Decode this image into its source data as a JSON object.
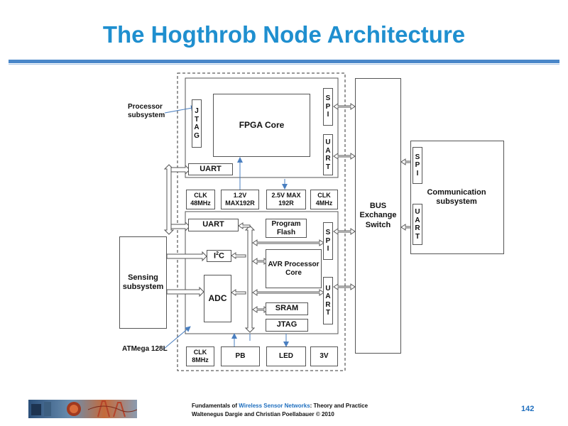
{
  "slide": {
    "title": "The Hogthrob Node Architecture",
    "page_number": "142"
  },
  "labels": {
    "processor_subsystem": "Processor subsystem",
    "atmega": "ATMega 128L"
  },
  "fpga": {
    "jtag_letters": [
      "J",
      "T",
      "A",
      "G"
    ],
    "core": "FPGA Core",
    "spi_letters": [
      "S",
      "P",
      "I"
    ],
    "uart_letters": [
      "U",
      "A",
      "R",
      "T"
    ],
    "uart": "UART"
  },
  "clocks": {
    "clk48": "CLK 48MHz",
    "v12": "1.2V MAX192R",
    "v25": "2.5V MAX 192R",
    "clk4": "CLK 4MHz"
  },
  "avr": {
    "uart": "UART",
    "i2c_main": "I",
    "i2c_sup": "2",
    "i2c_end": "C",
    "adc": "ADC",
    "program_flash": "Program Flash",
    "avr_core": "AVR Processor Core",
    "sram": "SRAM",
    "jtag": "JTAG",
    "spi_letters": [
      "S",
      "P",
      "I"
    ],
    "uart_letters": [
      "U",
      "A",
      "R",
      "T"
    ]
  },
  "bottom": {
    "clk8": "CLK 8MHz",
    "pb": "PB",
    "led": "LED",
    "v3": "3V"
  },
  "sensing": "Sensing subsystem",
  "bus": "BUS Exchange Switch",
  "comm": {
    "label": "Communication subsystem",
    "spi_letters": [
      "S",
      "P",
      "I"
    ],
    "uart_letters": [
      "U",
      "A",
      "R",
      "T"
    ]
  },
  "footer": {
    "line1_prefix": "Fundamentals of ",
    "line1_highlight": "Wireless Sensor Networks",
    "line1_suffix": ": Theory and Practice",
    "line2": "Waltenegus Dargie and Christian Poellabauer © 2010"
  },
  "colors": {
    "title": "#1f8fcf",
    "arrow": "#4a7fc0",
    "border": "#555555"
  }
}
